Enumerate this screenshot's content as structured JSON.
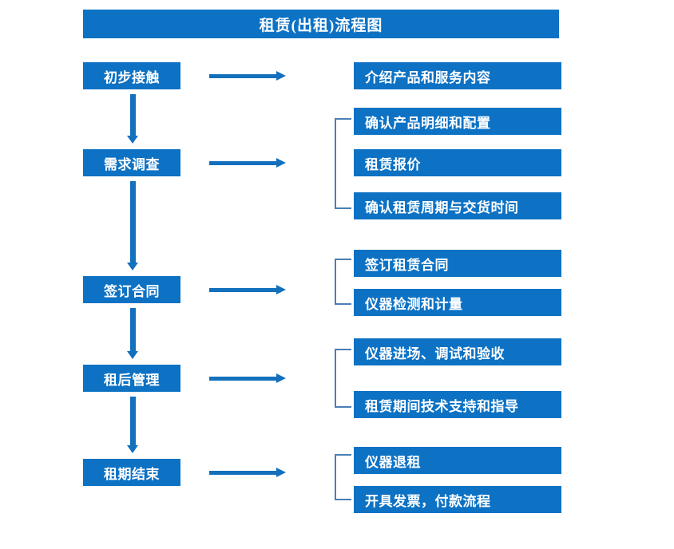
{
  "diagram": {
    "title": "租赁(出租)流程图",
    "colors": {
      "box_fill": "#0d72c4",
      "box_text": "#ffffff",
      "arrow": "#1270bd",
      "bracket": "#4a7fb5",
      "background": "#ffffff"
    },
    "stages": [
      {
        "label": "初步接触"
      },
      {
        "label": "需求调查"
      },
      {
        "label": "签订合同"
      },
      {
        "label": "租后管理"
      },
      {
        "label": "租期结束"
      }
    ],
    "details": [
      {
        "label": "介绍产品和服务内容"
      },
      {
        "label": "确认产品明细和配置"
      },
      {
        "label": "租赁报价"
      },
      {
        "label": "确认租赁周期与交货时间"
      },
      {
        "label": "签订租赁合同"
      },
      {
        "label": "仪器检测和计量"
      },
      {
        "label": "仪器进场、调试和验收"
      },
      {
        "label": "租赁期间技术支持和指导"
      },
      {
        "label": "仪器退租"
      },
      {
        "label": "开具发票，付款流程"
      }
    ]
  }
}
